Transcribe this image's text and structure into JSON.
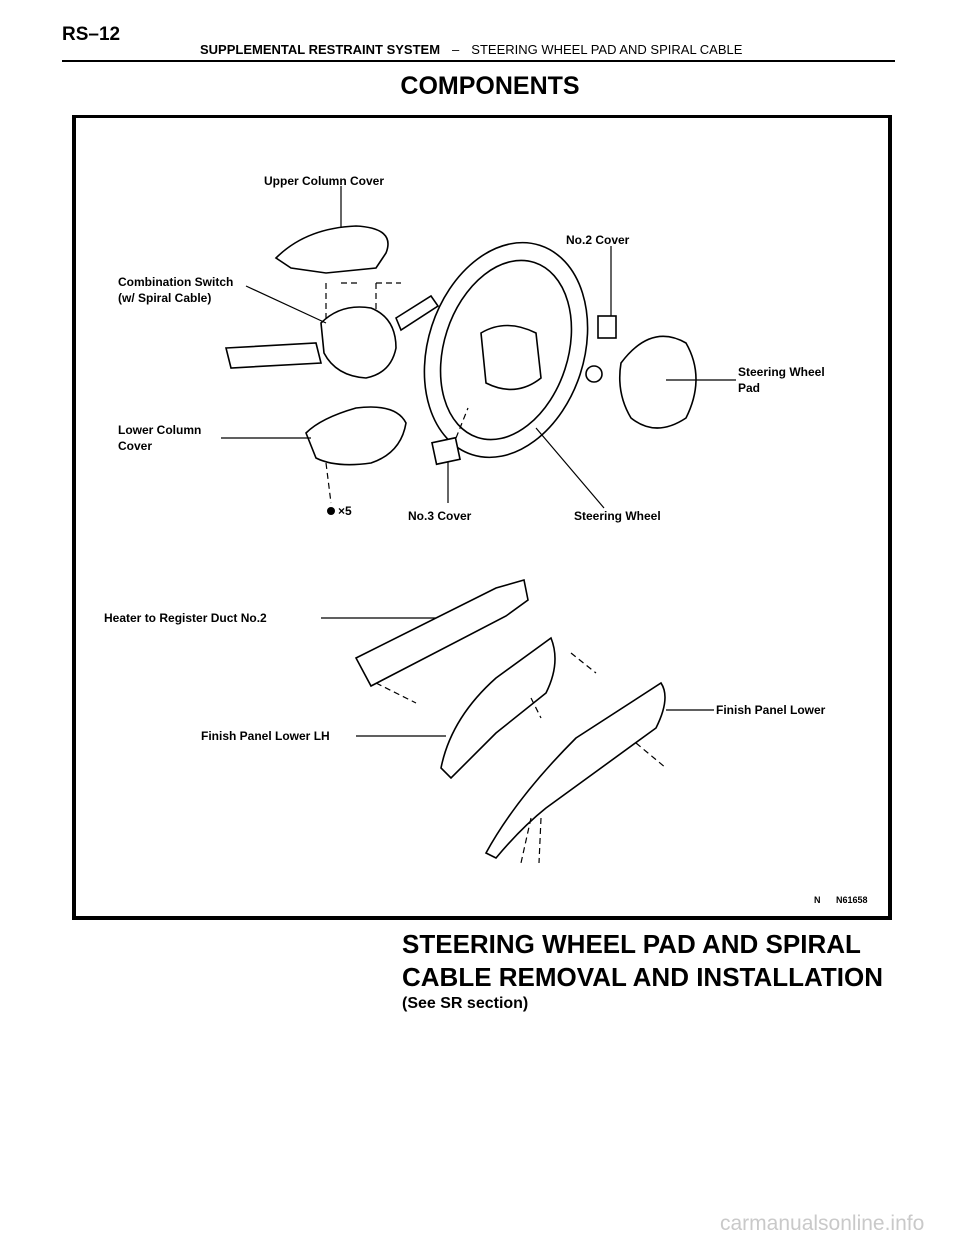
{
  "header": {
    "page_number": "RS–12",
    "system": "SUPPLEMENTAL RESTRAINT SYSTEM",
    "separator": "–",
    "section": "STEERING WHEEL PAD AND SPIRAL CABLE"
  },
  "section_title": "COMPONENTS",
  "figure": {
    "labels": {
      "upper_column_cover": "Upper Column Cover",
      "combination_switch_1": "Combination Switch",
      "combination_switch_2": "(w/ Spiral Cable)",
      "no2_cover": "No.2 Cover",
      "steering_wheel_pad_1": "Steering Wheel",
      "steering_wheel_pad_2": "Pad",
      "lower_column_cover_1": "Lower Column",
      "lower_column_cover_2": "Cover",
      "screw_count": "×5",
      "no3_cover": "No.3 Cover",
      "steering_wheel": "Steering Wheel",
      "heater_duct": "Heater to Register Duct No.2",
      "finish_panel_lower_lh": "Finish Panel Lower LH",
      "finish_panel_lower": "Finish Panel Lower",
      "figure_code_prefix": "N",
      "figure_code": "N61658"
    }
  },
  "procedure_heading_line1": "STEERING WHEEL PAD AND SPIRAL",
  "procedure_heading_line2": "CABLE REMOVAL AND INSTALLATION",
  "procedure_note": "(See SR section)",
  "footer_watermark": "carmanualsonline.info"
}
